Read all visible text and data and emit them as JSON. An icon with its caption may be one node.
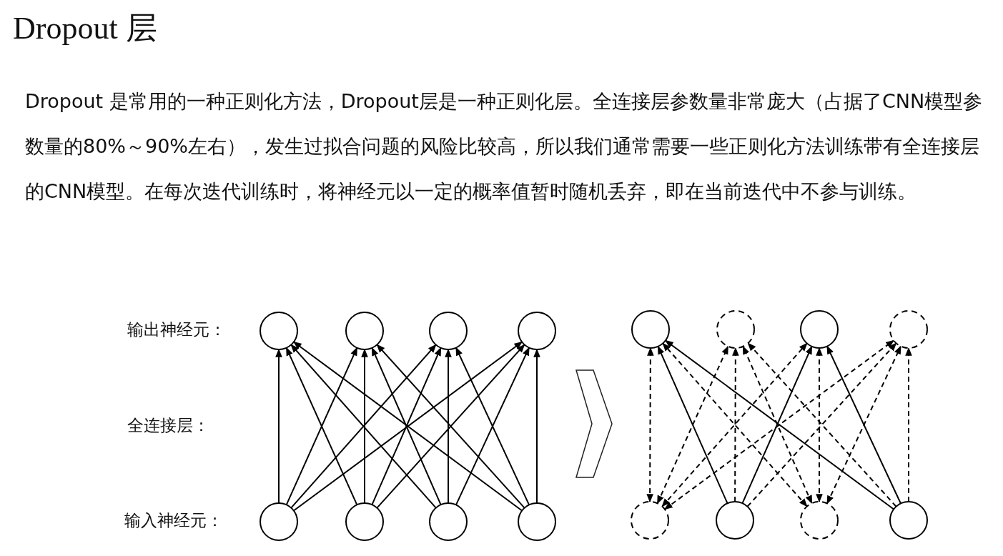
{
  "diagram": {
    "title": "Dropout 层",
    "nodes": [
      {
        "text": [],
        "shape": "circle"
      },
      {
        "text": [],
        "shape": "circle"
      },
      {
        "text": [],
        "shape": "circle"
      },
      {
        "text": [],
        "shape": "circle"
      },
      {
        "text": [],
        "shape": "circle"
      },
      {
        "text": [],
        "shape": "circle"
      },
      {
        "text": [],
        "shape": "circle"
      },
      {
        "text": [],
        "shape": "circle"
      },
      {
        "text": [],
        "shape": "circle"
      },
      {
        "text": [],
        "shape": "circle"
      },
      {
        "text": [],
        "shape": "circle"
      },
      {
        "text": [],
        "shape": "circle"
      },
      {
        "text": [],
        "shape": "circle"
      },
      {
        "text": [],
        "shape": "circle"
      },
      {
        "text": [],
        "shape": "circle"
      },
      {
        "text": [],
        "shape": "circle"
      }
    ],
    "edges": [
      {
        "from": 8,
        "to": 0,
        "arrow": "to"
      },
      {
        "from": 8,
        "to": 1,
        "arrow": "to"
      },
      {
        "from": 8,
        "to": 2,
        "arrow": "to"
      },
      {
        "from": 8,
        "to": 3,
        "arrow": "to"
      },
      {
        "from": 9,
        "to": 0,
        "arrow": "to"
      },
      {
        "from": 9,
        "to": 1,
        "arrow": "to"
      },
      {
        "from": 9,
        "to": 2,
        "arrow": "to"
      },
      {
        "from": 9,
        "to": 3,
        "arrow": "to"
      },
      {
        "from": 10,
        "to": 0,
        "arrow": "to"
      },
      {
        "from": 10,
        "to": 1,
        "arrow": "to"
      },
      {
        "from": 10,
        "to": 2,
        "arrow": "to"
      },
      {
        "from": 10,
        "to": 3,
        "arrow": "to"
      },
      {
        "from": 11,
        "to": 0,
        "arrow": "to"
      },
      {
        "from": 11,
        "to": 1,
        "arrow": "to"
      },
      {
        "from": 11,
        "to": 2,
        "arrow": "to"
      },
      {
        "from": 11,
        "to": 3,
        "arrow": "to"
      },
      {
        "from": 12,
        "to": 4,
        "arrow": "both",
        "style": "dashed"
      },
      {
        "from": 12,
        "to": 5,
        "arrow": "both",
        "style": "dashed"
      },
      {
        "from": 12,
        "to": 6,
        "arrow": "both",
        "style": "dashed"
      },
      {
        "from": 12,
        "to": 7,
        "arrow": "both",
        "style": "dashed"
      },
      {
        "from": 13,
        "to": 4,
        "arrow": "to"
      },
      {
        "from": 13,
        "to": 5,
        "arrow": "to",
        "style": "dashed"
      },
      {
        "from": 13,
        "to": 6,
        "arrow": "to"
      },
      {
        "from": 13,
        "to": 7,
        "arrow": "to",
        "style": "dashed"
      },
      {
        "from": 14,
        "to": 4,
        "arrow": "both",
        "style": "dashed"
      },
      {
        "from": 14,
        "to": 5,
        "arrow": "both",
        "style": "dashed"
      },
      {
        "from": 14,
        "to": 6,
        "arrow": "both",
        "style": "dashed"
      },
      {
        "from": 14,
        "to": 7,
        "arrow": "both",
        "style": "dashed"
      },
      {
        "from": 15,
        "to": 4,
        "arrow": "to"
      },
      {
        "from": 15,
        "to": 5,
        "arrow": "to",
        "style": "dashed"
      },
      {
        "from": 15,
        "to": 6,
        "arrow": "to"
      },
      {
        "from": 15,
        "to": 7,
        "arrow": "to",
        "style": "dashed"
      }
    ],
    "labels": [
      "Dropout 是常用的一种正则化方法，Dropout层是一种正则化层。全连接层参数量非常庞大（占据了CNN模型参数量的80%～90%左右），发生过拟合问题的风险比较高，所以我们通常需要一些正则化方法训练带有全连接层的CNN模型。在每次迭代训练时，将神经元以一定的概率值暂时随机丢弃，即在当前迭代中不参与训练。",
      "输出神经元：",
      "全连接层：",
      "输入神经元："
    ]
  }
}
